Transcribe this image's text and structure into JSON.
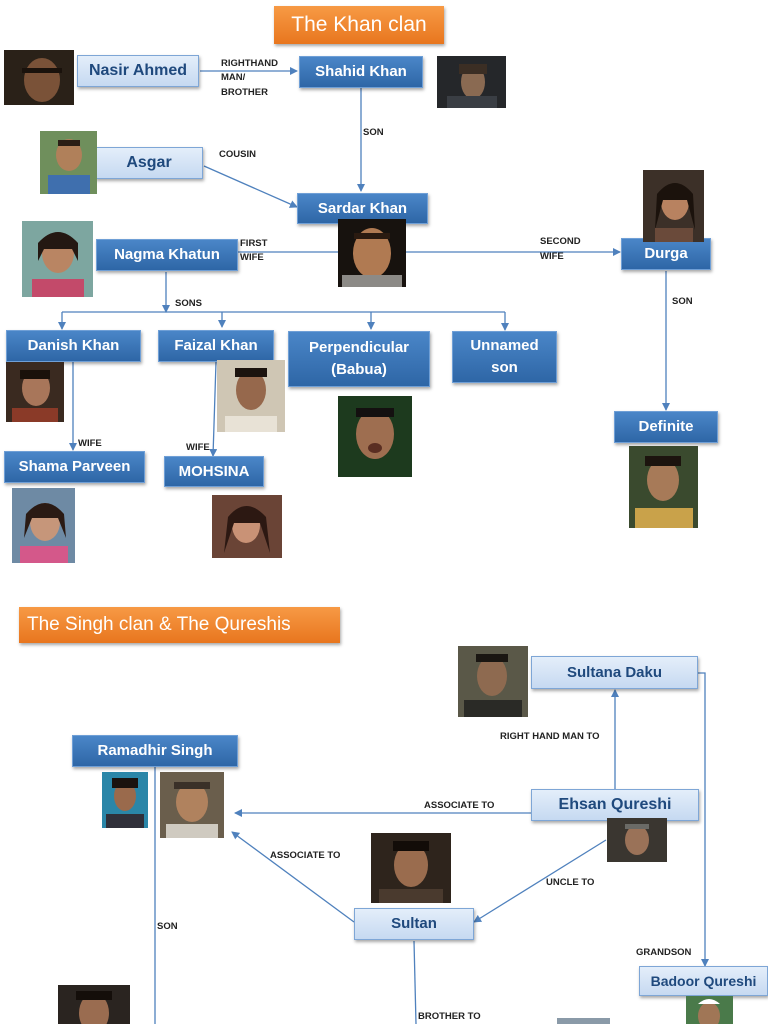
{
  "khan_title": "The Khan clan",
  "singh_title": "The Singh clan & The Qureshis",
  "nodes": {
    "nasir": "Nasir Ahmed",
    "shahid": "Shahid Khan",
    "asgar": "Asgar",
    "sardar": "Sardar Khan",
    "nagma": "Nagma Khatun",
    "durga": "Durga",
    "danish": "Danish Khan",
    "faizal": "Faizal Khan",
    "perpendicular": "Perpendicular (Babua)",
    "unnamed": "Unnamed son",
    "definite": "Definite",
    "shama": "Shama Parveen",
    "mohsina": "MOHSINA",
    "sultana": "Sultana Daku",
    "ramadhir": "Ramadhir Singh",
    "ehsan": "Ehsan Qureshi",
    "sultan": "Sultan",
    "badoor": "Badoor Qureshi"
  },
  "labels": {
    "righthand": "RIGHTHAND",
    "man": "MAN/",
    "brother": "BROTHER",
    "son_shahid": "SON",
    "cousin": "COUSIN",
    "first": "FIRST",
    "wife_first": "WIFE",
    "second": "SECOND",
    "wife_second": "WIFE",
    "sons": "SONS",
    "son_durga": "SON",
    "wife_danish": "WIFE",
    "wife_faizal": "WIFE",
    "right_hand_man_to": "RIGHT HAND MAN TO",
    "associate_to_1": "ASSOCIATE TO",
    "associate_to_2": "ASSOCIATE TO",
    "uncle_to": "UNCLE TO",
    "son_ramadhir": "SON",
    "grandson": "GRANDSON",
    "brother_to": "BROTHER TO"
  },
  "colors": {
    "node_blue": "#2e66a6",
    "node_light": "#c6d9f1",
    "title_orange": "#e8761e",
    "connector": "#4f81bd"
  },
  "icons": {
    "portrait": "person-photo-icon"
  }
}
